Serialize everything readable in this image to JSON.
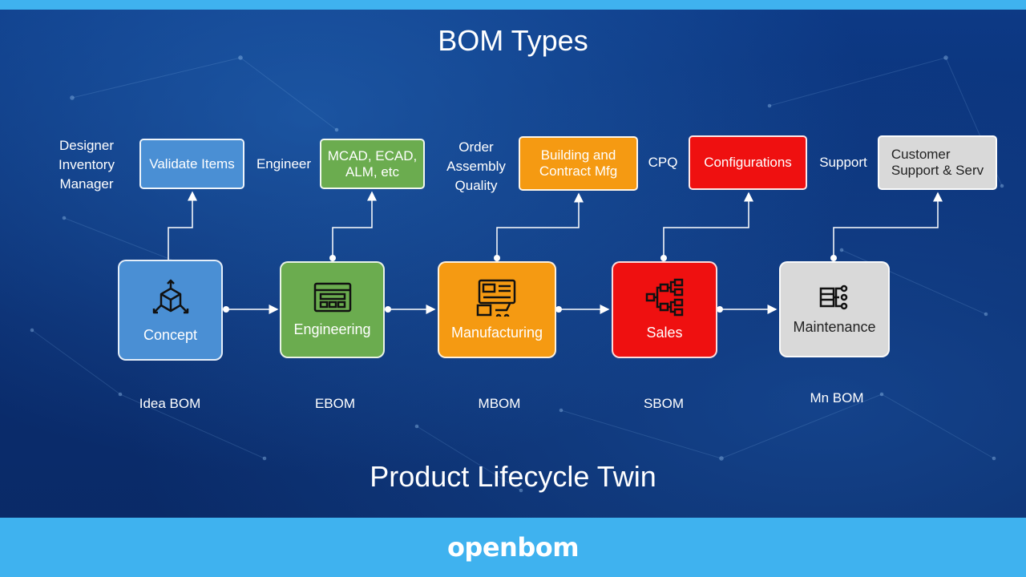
{
  "title": "BOM Types",
  "subtitle": "Product Lifecycle Twin",
  "brand": {
    "logo_text": "openbom",
    "bar_color": "#3fb2ef"
  },
  "stages": [
    {
      "label": "Concept",
      "bom": "Idea BOM",
      "color": "#4a8fd4",
      "icon": "cube-network-icon",
      "roles": "Designer\nInventory\nManager",
      "output": "Validate Items",
      "output_color": "#4a8fd4"
    },
    {
      "label": "Engineering",
      "bom": "EBOM",
      "color": "#6bac4f",
      "icon": "browser-window-icon",
      "roles": "Engineer",
      "output": "MCAD, ECAD,\nALM, etc",
      "output_color": "#6bac4f"
    },
    {
      "label": "Manufacturing",
      "bom": "MBOM",
      "color": "#f59a12",
      "icon": "factory-machine-icon",
      "roles": "Order\nAssembly\nQuality",
      "output": "Building and\nContract Mfg",
      "output_color": "#f59a12"
    },
    {
      "label": "Sales",
      "bom": "SBOM",
      "color": "#ef1010",
      "icon": "hierarchy-tree-icon",
      "roles": "CPQ",
      "output": "Configurations",
      "output_color": "#ef1010"
    },
    {
      "label": "Maintenance",
      "bom": "Mn BOM",
      "color": "#d9d9d9",
      "icon": "list-tree-icon",
      "roles": "Support",
      "output": "Customer\nSupport & Serv",
      "output_color": "#d9d9d9"
    }
  ]
}
